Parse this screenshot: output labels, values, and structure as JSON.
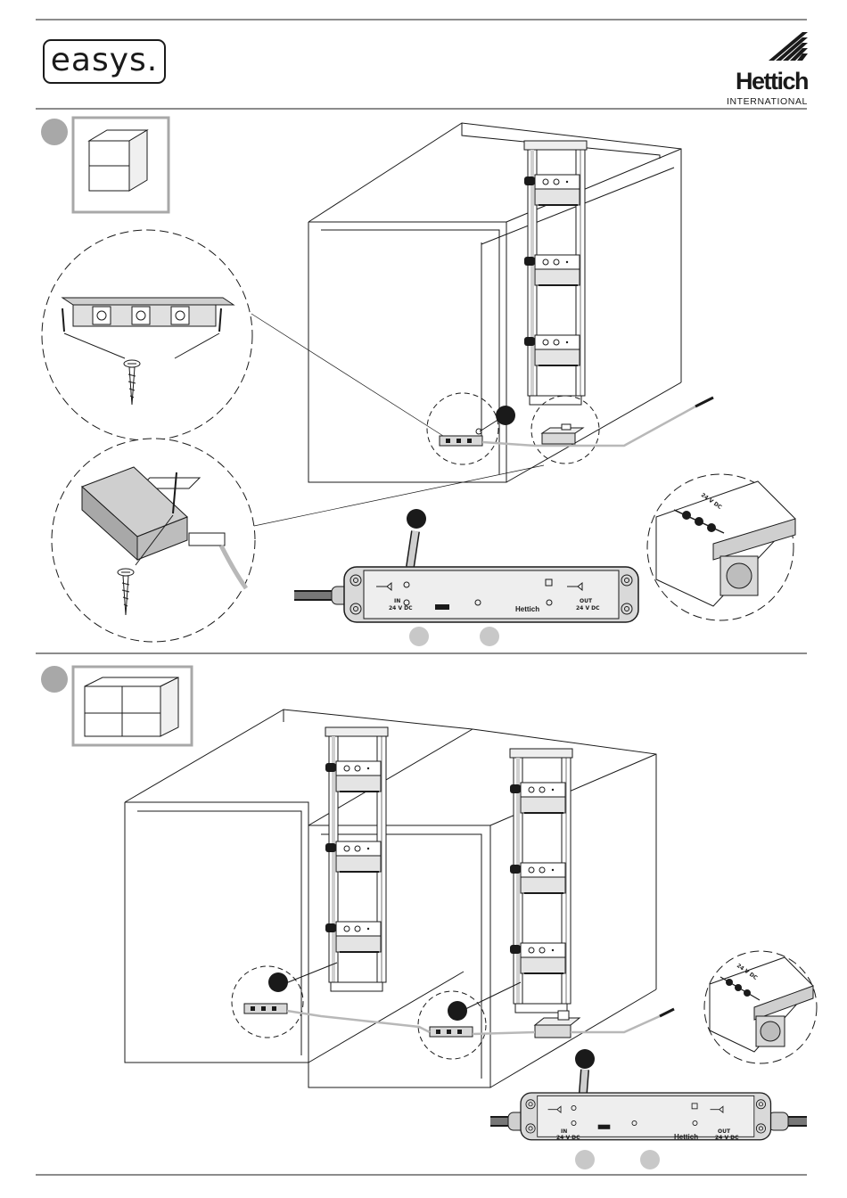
{
  "brand": {
    "product_logo": "easys.",
    "manufacturer": "Hettich",
    "manufacturer_sub": "INTERNATIONAL"
  },
  "steps": [
    {
      "id": "step-1",
      "power_supply": {
        "in_label": "IN",
        "in_voltage": "24 V DC",
        "out_label": "OUT",
        "out_voltage": "24 V DC",
        "brand": "Hettich"
      },
      "detail_label": "24 V DC"
    },
    {
      "id": "step-2",
      "power_supply": {
        "in_label": "IN",
        "in_voltage": "24 V DC",
        "out_label": "OUT",
        "out_voltage": "24 V DC",
        "brand": "Hettich"
      },
      "detail_label": "24 V DC"
    }
  ],
  "colors": {
    "ink": "#1a1a1a",
    "step_badge": "#a8a8a8",
    "cable": "#b8b8b8",
    "housing": "#d9d9d9"
  }
}
